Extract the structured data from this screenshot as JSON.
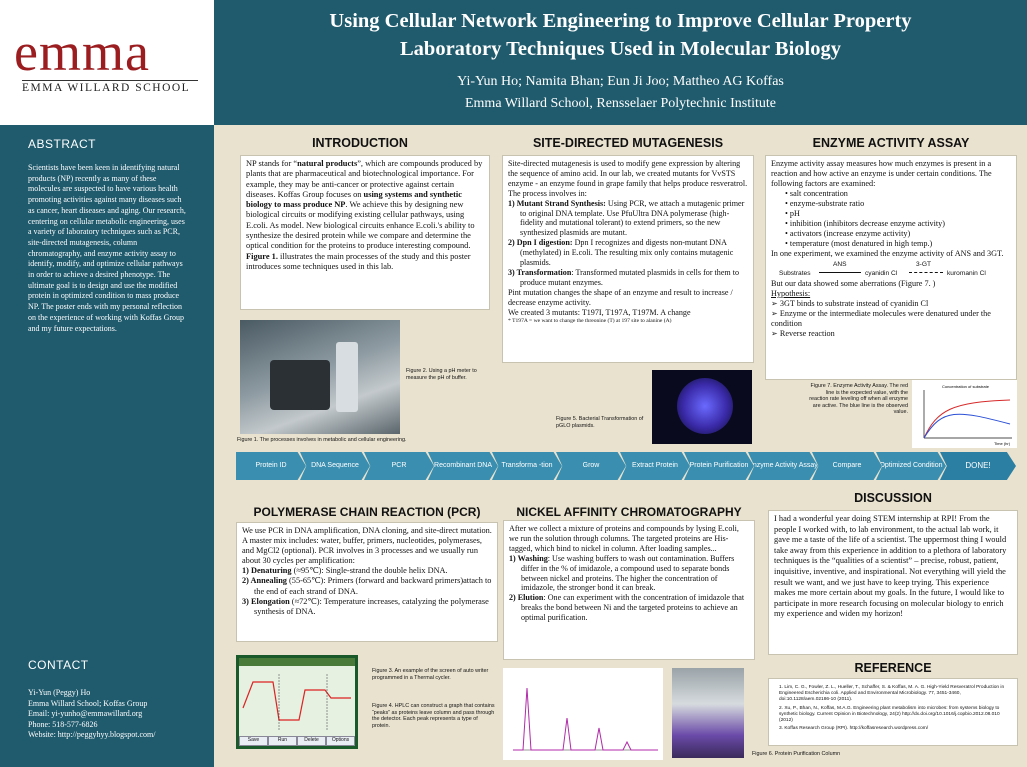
{
  "header": {
    "logo_word": "emma",
    "logo_sub": "EMMA WILLARD SCHOOL",
    "title_line1": "Using Cellular Network Engineering to Improve Cellular Property",
    "title_line2": "Laboratory Techniques Used in Molecular Biology",
    "authors": "Yi-Yun Ho; Namita Bhan; Eun Ji Joo; Mattheo AG Koffas",
    "affiliation": "Emma Willard School, Rensselaer Polytechnic Institute"
  },
  "sidebar": {
    "abstract_title": "ABSTRACT",
    "abstract_text": "Scientists have been keen in identifying natural products (NP) recently as many of these molecules are suspected to have various health promoting activities against many diseases such as cancer, heart diseases and aging. Our research, centering on cellular metabolic engineering, uses a variety of laboratory techniques such as PCR, site-directed mutagenesis, column chromatography, and enzyme activity assay to identify, modify, and optimize cellular pathways in order to achieve a desired phenotype. The ultimate goal is to design and use the modified protein in optimized condition to mass produce NP. The poster ends with my personal reflection on the experience of working with Koffas Group and my future expectations.",
    "contact_title": "CONTACT",
    "contact_lines": [
      "Yi-Yun (Peggy) Ho",
      "Emma Willard School; Koffas Group",
      "Email: yi-yunho@emmawillard.org",
      "Phone: 518-577-6826",
      "Website: http://peggyhyy.blogspot.com/"
    ]
  },
  "intro": {
    "title": "INTRODUCTION",
    "text_a": "NP stands for “",
    "text_b": "natural products",
    "text_c": "”, which are compounds produced by plants that are pharmaceutical and biotechnological importance. For example, they may be anti-cancer or protective against certain diseases. Koffas Group focuses on ",
    "text_d": "using systems and synthetic biology to mass produce NP",
    "text_e": ". We achieve this by designing new biological circuits or modifying existing cellular pathways, using E.coli. As model. New biological circuits enhance E.coli.'s ability to synthesize the desired protein while we compare and determine the optical condition for the proteins to produce interesting compound. ",
    "text_f": "Figure 1.",
    "text_g": " illustrates the main processes of the study and this poster introduces some techniques used in this lab.",
    "fig2_caption": "Figure 2. Using a pH meter to measure the pH of buffer.",
    "fig1_caption": "Figure 1. The processes involves in metabolic and cellular engineering."
  },
  "sdm": {
    "title": "SITE-DIRECTED MUTAGENESIS",
    "intro": "Site-directed mutagenesis is used to modify gene expression by altering the sequence of amino acid. In our lab, we created mutants for VvSTS enzyme - an enzyme found in grape family that helps produce resveratrol. The process involves in:",
    "step1_head": "Mutant Strand Synthesis:",
    "step1_text": " Using PCR, we attach a mutagenic primer to original DNA template. Use PfuUltra DNA polymerase (high-fidelity and mutational tolerant) to extend primers, so the new synthesized plasmids are mutant.",
    "step2_head": "Dpn I digestion:",
    "step2_text": " Dpn I recognizes and digests non-mutant DNA (methylated) in E.coli. The resulting mix only contains mutagenic plasmids.",
    "step3_head": "Transformation",
    "step3_text": ": Transformed mutated plasmids in cells for them to produce mutant enzymes.",
    "outro1": "Pint mutation changes the shape of an enzyme and result to increase / decrease enzyme activity.",
    "outro2": "We created 3 mutants: T197I, T197A, T197M. A change",
    "footnote": "* T197A = we want to change the threonine (T) at 197 site to alanine (A)",
    "fig5_caption": "Figure 5. Bacterial Transformation of pGLO plasmids."
  },
  "eaa": {
    "title": "ENZYME ACTIVITY ASSAY",
    "intro": "Enzyme activity assay measures how much enzymes is present in a reaction and how active an enzyme is under certain conditions. The following factors are examined:",
    "factors": [
      "salt concentration",
      "enzyme-substrate ratio",
      "pH",
      "inhibition (inhibitors decrease enzyme activity)",
      "activators (increase enzyme activity)",
      "temperature (most denatured in high temp.)"
    ],
    "exp": "In one experiment, we examined the enzyme activity of ANS and 3GT.",
    "rxn_substrates": "Substrates",
    "rxn_ans": "ANS",
    "rxn_cyan": "cyanidin Cl",
    "rxn_3gt": "3-GT",
    "rxn_kuro": "kuromanin Cl",
    "aberr": "But our data showed some aberrations (Figure 7. )",
    "hyp_title": "Hypothesis:",
    "hyps": [
      "3GT binds to substrate instead of cyanidin Cl",
      "Enzyme or the intermediate molecules were denatured under the condition",
      "Reverse reaction"
    ],
    "fig7_caption": "Figure 7. Enzyme Activity Assay. The red line is the expected value, with the reaction rate leveling off when all enzyme are active. The blue line is the observed value.",
    "graph_title": "Concentration of substrate",
    "graph_xlabel": "Time (hr)"
  },
  "flow": {
    "steps": [
      "Protein ID",
      "DNA Sequence",
      "PCR",
      "Recombinant DNA",
      "Transforma -tion",
      "Grow",
      "Extract Protein",
      "Protein Purification",
      "Enzyme Activity Assay",
      "Compare",
      "Optimized Condition",
      "DONE!"
    ]
  },
  "pcr": {
    "title": "POLYMERASE CHAIN REACTION (PCR)",
    "intro": "We use PCR in DNA amplification, DNA cloning, and site-direct mutation. A master mix includes: water, buffer, primers, nucleotides, polymerases, and MgCl2 (optional). PCR involves in 3 processes and we usually run about 30 cycles per amplification:",
    "step1_head": "Denaturing",
    "step1_text": " (≈95℃): Single-strand the double helix DNA.",
    "step2_head": "Annealing",
    "step2_text": " (55-65℃): Primers (forward and backward primers)attach to the end of each strand of DNA.",
    "step3_head": "Elongation",
    "step3_text": " (≈72℃): Temperature increases, catalyzing the polymerase synthesis of DNA.",
    "fig3_caption": "Figure 3. An example of the screen of auto writer programmed in a Thermal cycler.",
    "screen_tabs": [
      "Save",
      "Run",
      "Delete",
      "Options"
    ]
  },
  "nac": {
    "title": "NICKEL AFFINITY CHROMATOGRAPHY",
    "intro": "After we collect a mixture of proteins and compounds by lysing E.coli, we run the solution through columns. The targeted proteins are His-tagged, which bind to nickel in column. After loading samples...",
    "step1_head": "Washing",
    "step1_text": ": Use washing buffers to wash out contamination. Buffers differ in the % of imidazole, a compound used to separate bonds between nickel and proteins. The higher the concentration of imidazole, the stronger bond it can break.",
    "step2_head": "Elution",
    "step2_text": ": One can experiment with the concentration of imidazole that breaks the bond between Ni and the targeted proteins to achieve an optimal purification.",
    "fig4_caption": "Figure 4. HPLC can construct a graph that contains “peaks” as proteins leave column and pass through the detector. Each peak represents a type of protein.",
    "fig6_caption": "Figure 6. Protein Purification Column"
  },
  "discussion": {
    "title": "DISCUSSION",
    "text": "I had a wonderful year doing STEM internship at RPI! From the people I worked with, to lab environment, to the actual lab work, it gave me a taste of the life of a scientist. The uppermost thing I would take away from this experience in addition to a plethora of laboratory techniques is the “qualities of a scientist” – precise, robust, patient, inquisitive, inventive, and inspirational. Not everything will yield the result we want, and we just have to keep trying. This experience makes me more certain about my goals. In the future, I would like to participate in more research focusing on molecular biology to enrich my experience and widen my horizon!"
  },
  "reference": {
    "title": "REFERENCE",
    "items": [
      "Lim, C. G., Fowler, Z. L., Hueller, T., Schaffer, S. & Koffas, M. A. G. High-Yield Resveratrol Production in Engineered Escherichia coli. Applied and Environmental Microbiology. 77, 3451-3460, doi:10.1128/aem.02186-10 (2011).",
      "Xu, P., Bhan, N., Koffas, M.A.G. Engineering plant metabolism into microbes: from systems biology to synthetic biology. Current Opinion in Biotechnology, 24(2) http://dx.doi.org/10.1016/j.copbio.2012.08.010 (2012)",
      "Koffas Research Group (RPI). http://koffasresearch.wordpress.com/"
    ]
  },
  "colors": {
    "header_bg": "#1f5a6d",
    "poster_bg": "#e9e2cf",
    "logo_red": "#9b1d20",
    "flow_blue": "#3a8fb0"
  }
}
